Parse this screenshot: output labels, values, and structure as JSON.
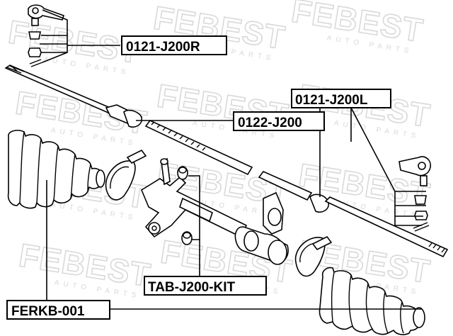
{
  "watermark": {
    "brand": "FEBEST",
    "tagline": "AUTO PARTS"
  },
  "labels": {
    "outer_tie_rod_right": "0121-J200R",
    "outer_tie_rod_left": "0121-J200L",
    "inner_tie_rod": "0122-J200",
    "bushing_kit": "TAB-J200-KIT",
    "steering_boot": "FERKB-001"
  }
}
